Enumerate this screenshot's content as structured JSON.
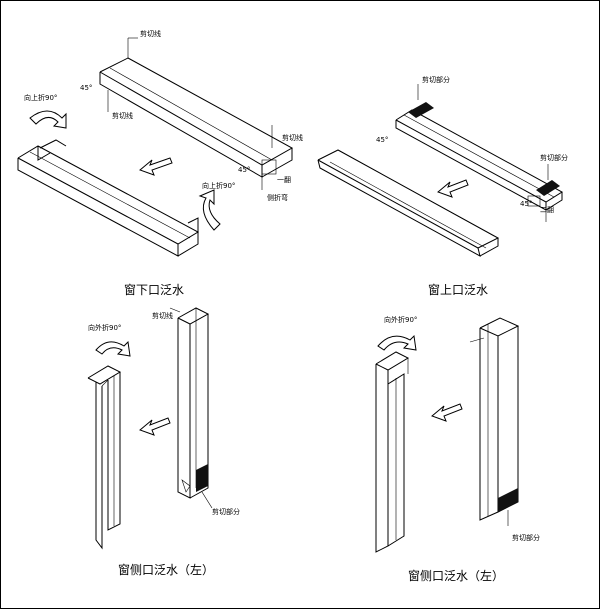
{
  "captions": {
    "sill": "窗下口泛水",
    "head": "窗上口泛水",
    "jamb_left_1": "窗侧口泛水（左）",
    "jamb_left_2": "窗侧口泛水（左）"
  },
  "labels": {
    "cut_line_1": "剪切线",
    "cut_line_2": "剪切线",
    "cut_line_3": "剪切线",
    "fold_up_90_left": "向上折90°",
    "fold_up_90_right": "向上折90°",
    "cut_part_1": "剪切部分",
    "cut_part_2": "剪切部分",
    "fold_out_90_1": "向外折90°",
    "fold_out_90_2": "向外折90°",
    "cut_line_jamb": "剪切线",
    "cut_part_jamb1": "剪切部分",
    "cut_part_jamb2": "剪切部分",
    "dim_45_1": "45°",
    "dim_45_2": "45°",
    "dim_45_3": "45°",
    "dim_45_4": "45°",
    "side_fold": "侧折弯",
    "mark_a": "一翻",
    "mark_b": "二翻"
  }
}
